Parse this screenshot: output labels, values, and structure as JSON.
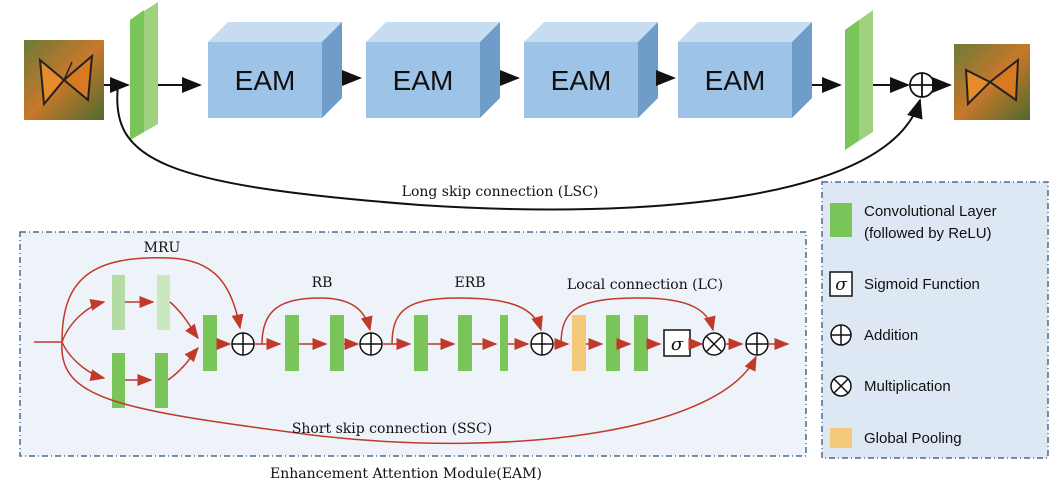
{
  "top_pipeline": {
    "blocks": [
      "EAM",
      "EAM",
      "EAM",
      "EAM"
    ],
    "long_skip_label": "Long skip connection (LSC)"
  },
  "eam_module": {
    "title": "Enhancement Attention Module(EAM)",
    "mru_label": "MRU",
    "rb_label": "RB",
    "erb_label": "ERB",
    "lc_label": "Local connection (LC)",
    "ssc_label": "Short skip connection (SSC)",
    "sigma_symbol": "σ"
  },
  "legend": {
    "items": [
      {
        "symbol": "green-rect",
        "label_line1": "Convolutional Layer",
        "label_line2": "(followed by ReLU)"
      },
      {
        "symbol": "sigma-box",
        "label_line1": "Sigmoid Function",
        "label_line2": ""
      },
      {
        "symbol": "circle-plus",
        "label_line1": "Addition",
        "label_line2": ""
      },
      {
        "symbol": "circle-times",
        "label_line1": "Multiplication",
        "label_line2": ""
      },
      {
        "symbol": "yellow-rect",
        "label_line1": "Global Pooling",
        "label_line2": ""
      }
    ]
  },
  "colors": {
    "conv_green": "#7ac55a",
    "conv_green_light": "#b5dba5",
    "pool_yellow": "#f4c97a",
    "eam_blue": "#9dc3e6",
    "panel_bg": "#eef3f9",
    "legend_bg": "#dde8f4",
    "arrow_red": "#c0392b"
  },
  "icons": [
    "butterfly-input-image",
    "butterfly-output-image"
  ]
}
